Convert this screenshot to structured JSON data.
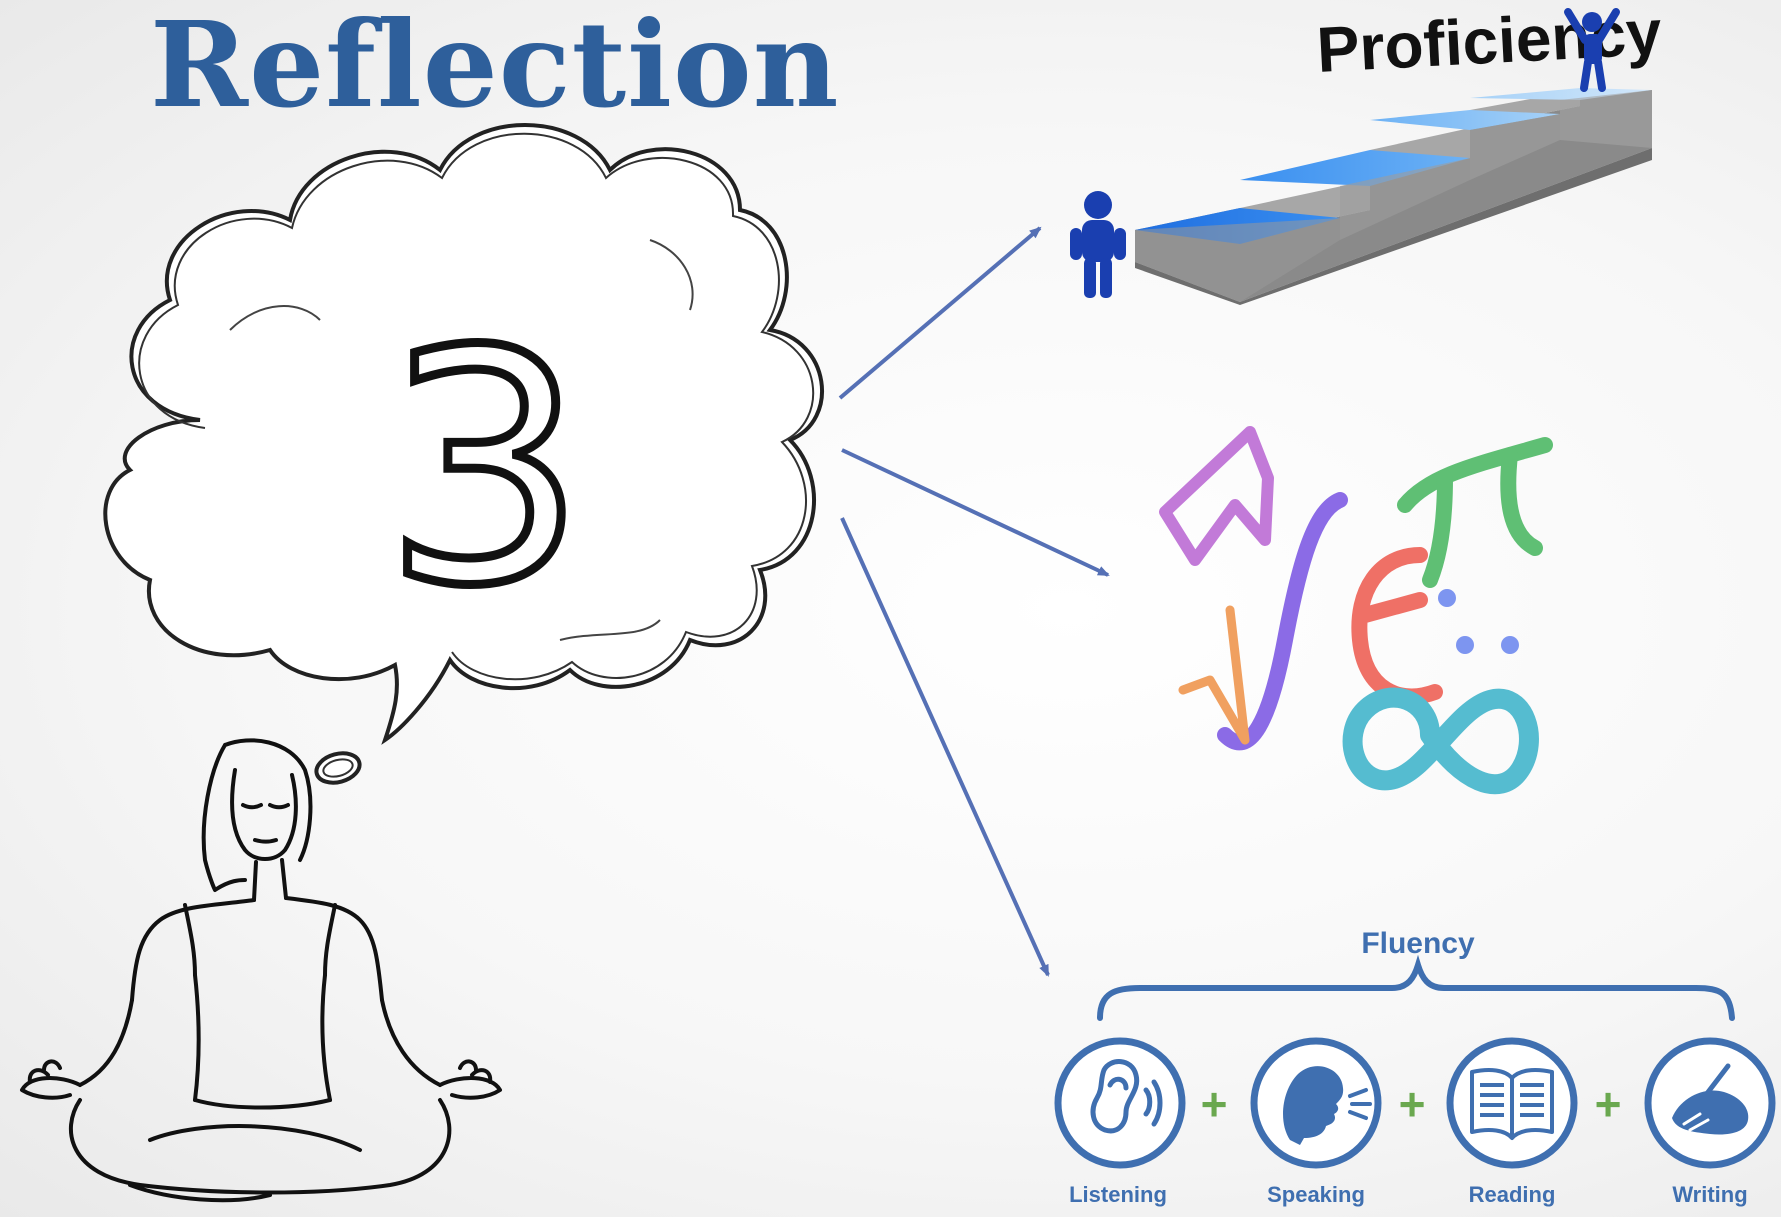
{
  "title": "Reflection",
  "thought": {
    "number": "3"
  },
  "proficiency": {
    "label": "Proficiency"
  },
  "fluency": {
    "title": "Fluency",
    "skills": [
      {
        "label": "Listening",
        "icon": "ear-icon"
      },
      {
        "label": "Speaking",
        "icon": "speaking-head-icon"
      },
      {
        "label": "Reading",
        "icon": "open-book-icon"
      },
      {
        "label": "Writing",
        "icon": "writing-hand-icon"
      }
    ],
    "operator": "+"
  },
  "colors": {
    "title": "#2e5f9b",
    "arrow": "#5570b5",
    "fluency_blue": "#3f6fb0",
    "plus_green": "#6aa84f",
    "stair_blue": "#2f7de0",
    "figure_blue": "#1a3fb0"
  }
}
